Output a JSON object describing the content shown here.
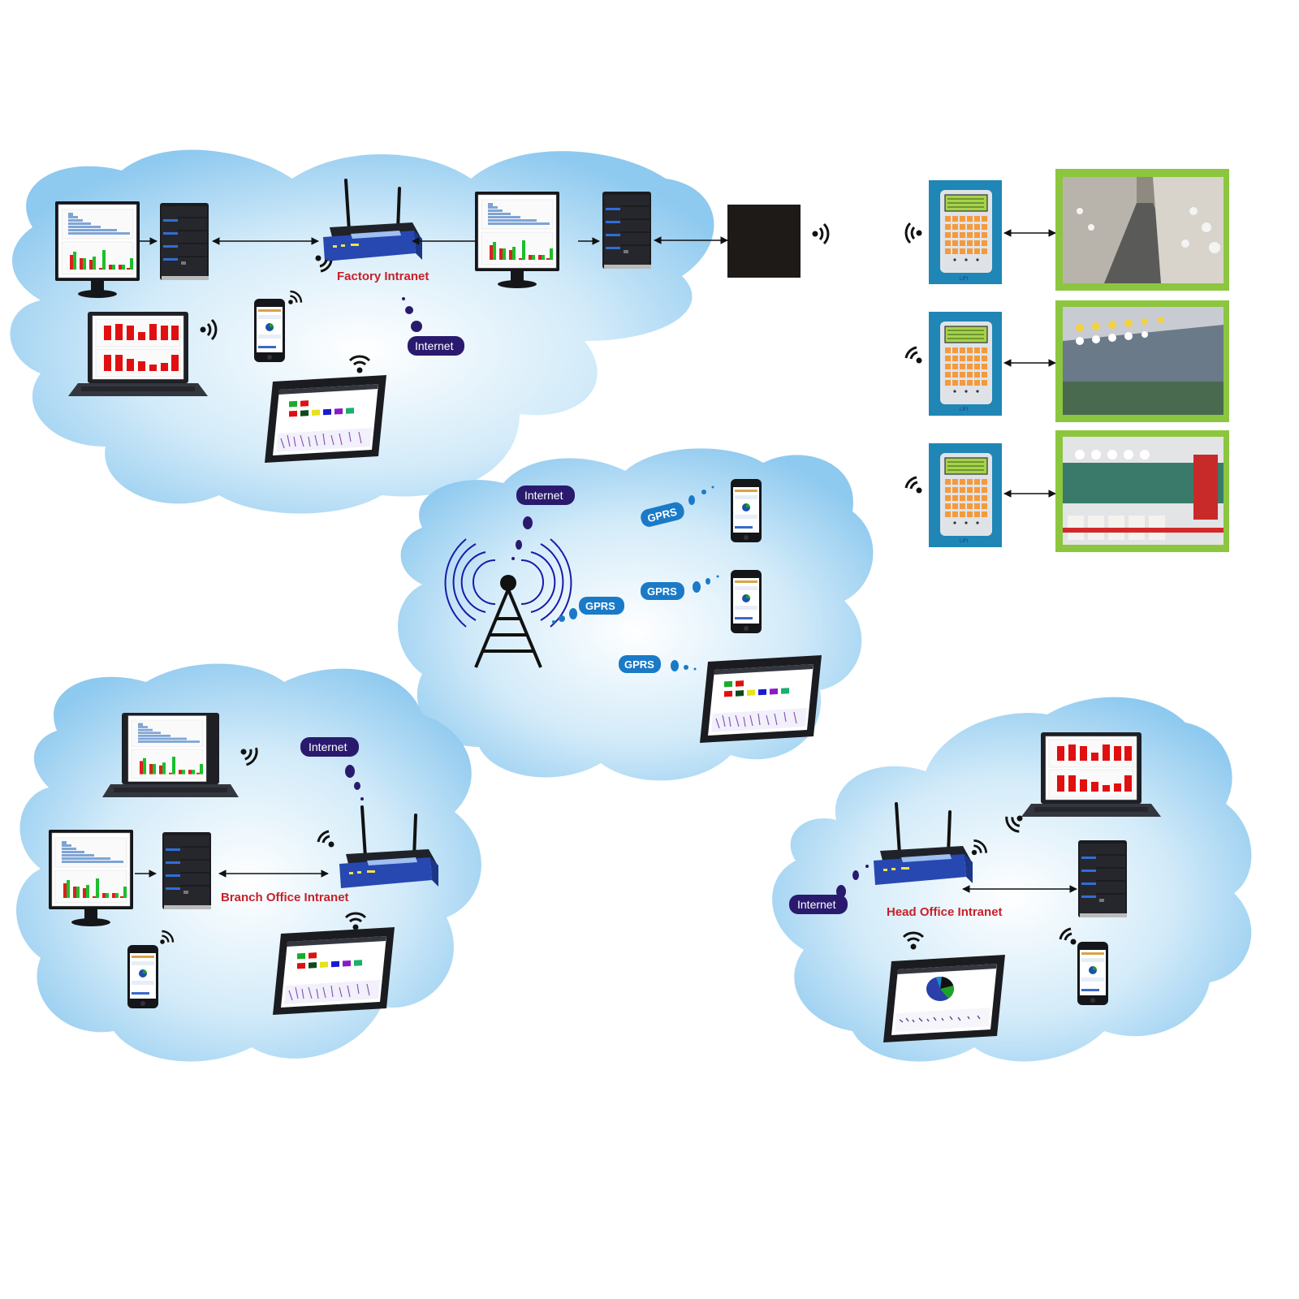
{
  "diagram": {
    "colors": {
      "cloud_edge": "#8ec9ef",
      "cloud_center": "#ffffff",
      "label_red": "#c8202a",
      "internet_bubble": "#2a1a6e",
      "gprs_bubble": "#1a7ac8",
      "router_blue": "#2a4ab0",
      "controller_blue": "#1f86b5",
      "controller_key": "#f59a3c",
      "photo_frame": "#8cc63f",
      "tower_waves": "#1a1aa8"
    },
    "networks": {
      "factory": {
        "label": "Factory Intranet",
        "internet_label": "Internet"
      },
      "gprs": {
        "internet_label": "Internet",
        "links": [
          "GPRS",
          "GPRS",
          "GPRS",
          "GPRS"
        ]
      },
      "branch": {
        "label": "Branch Office Intranet",
        "internet_label": "Internet"
      },
      "head": {
        "label": "Head Office Intranet",
        "internet_label": "Internet"
      }
    },
    "controllers": [
      {
        "brand": "LIFI",
        "photo": "winding-machine-aisle"
      },
      {
        "brand": "LIFI",
        "photo": "spinning-frame"
      },
      {
        "brand": "LIFI",
        "photo": "cone-winder"
      }
    ]
  }
}
